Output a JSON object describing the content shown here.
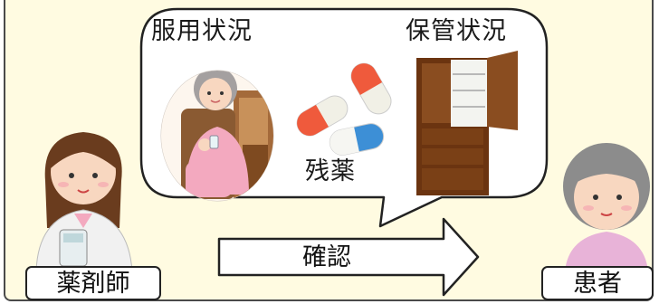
{
  "bubble": {
    "medication_status_label": "服用状況",
    "storage_status_label": "保管状況",
    "leftover_medicine_label": "残薬"
  },
  "flow": {
    "confirm_label": "確認"
  },
  "roles": {
    "pharmacist_label": "薬剤師",
    "patient_label": "患者"
  },
  "colors": {
    "background": "#fffbe1",
    "cabinet": "#6b3410",
    "pill_red": "#ef5a3c",
    "pill_blue": "#3d8fd6",
    "shirt_pink": "#f3a9bf"
  }
}
